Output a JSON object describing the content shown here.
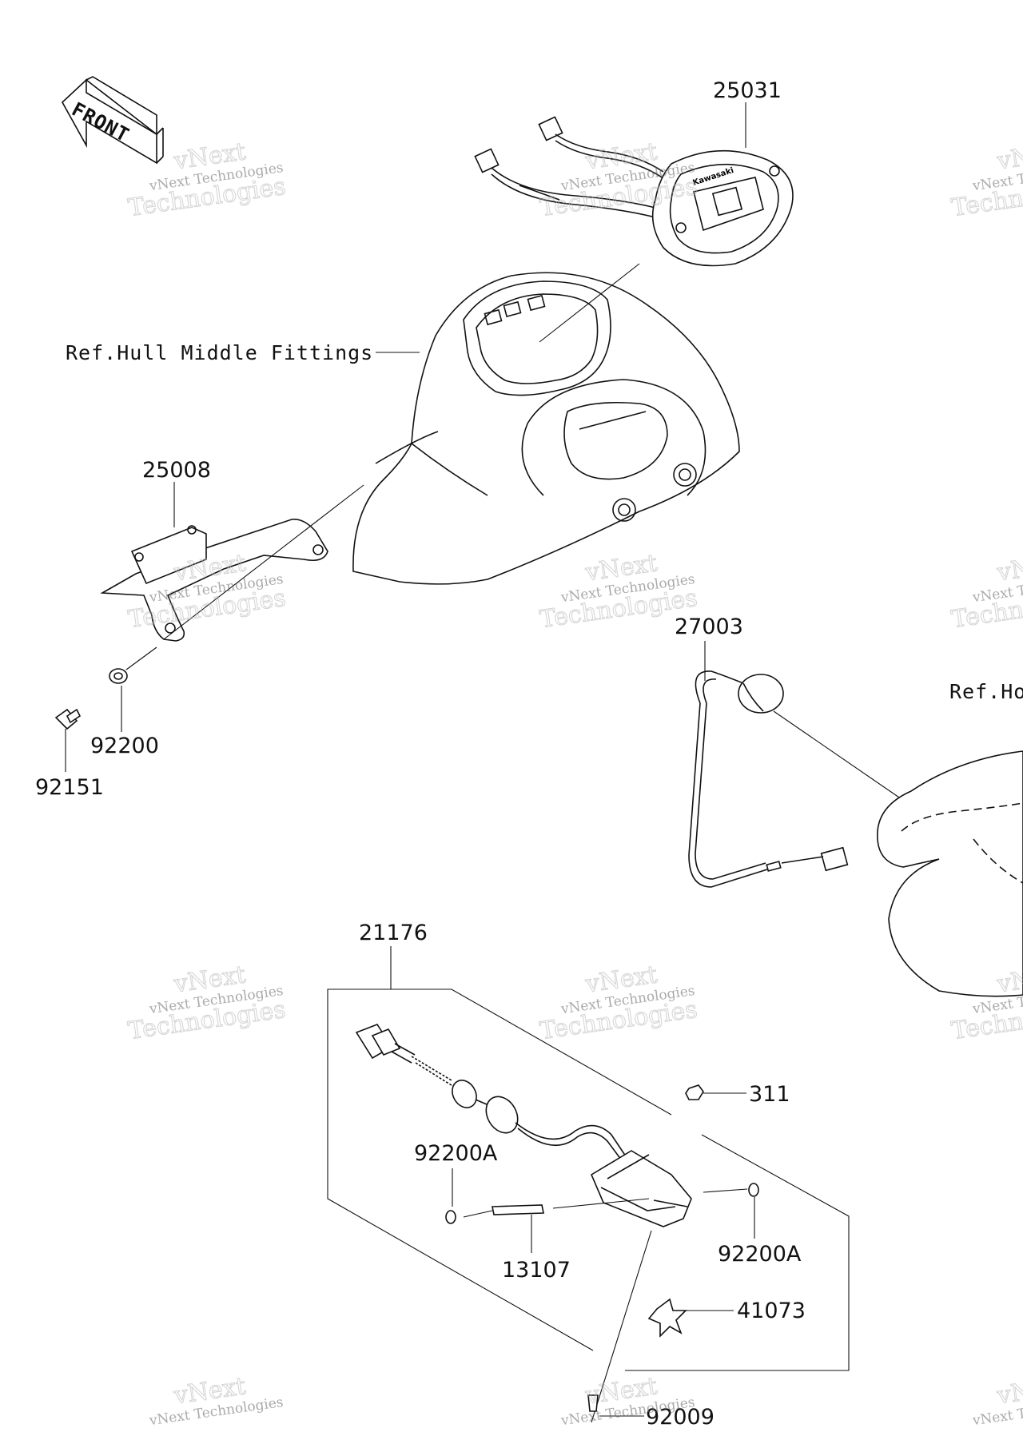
{
  "front_arrow_label": "FRONT",
  "parts": {
    "p25031": "25031",
    "p25008": "25008",
    "p92200": "92200",
    "p92151": "92151",
    "p27003": "27003",
    "p21176": "21176",
    "p311": "311",
    "p92200A_left": "92200A",
    "p92200A_right": "92200A",
    "p13107": "13107",
    "p41073": "41073",
    "p92009": "92009"
  },
  "refs": {
    "hull_middle": "Ref.Hull Middle Fittings",
    "hull_right_partial": "Ref.Ho"
  },
  "meter_brand": "Kawasaki",
  "watermark": {
    "line1": "vNext",
    "line2": "vNext Technologies",
    "line3": "Technologies"
  }
}
